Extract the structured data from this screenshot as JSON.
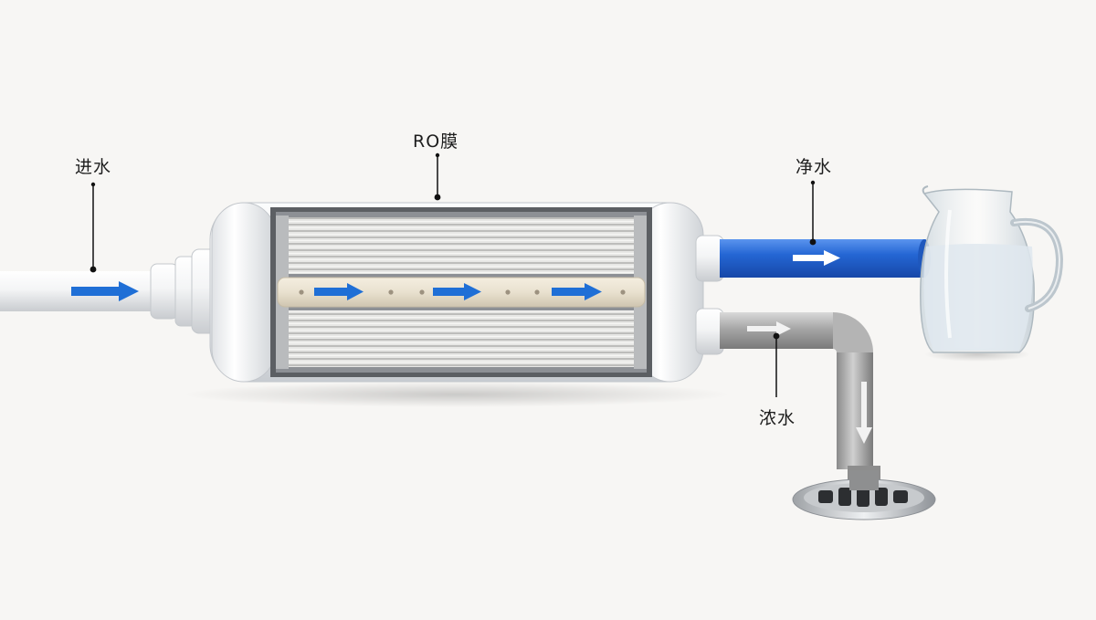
{
  "labels": {
    "inlet": "进水",
    "membrane": "RO膜",
    "pure_water": "净水",
    "concentrate": "浓水"
  },
  "colors": {
    "background": "#f7f6f4",
    "flow_arrow": "#1f6fd6",
    "pure_water_pipe": "#2466d4",
    "concentrate_pipe": "#9c9c9c",
    "housing": "#eef0f2"
  },
  "icons": {
    "pitcher": "glass-water-pitcher-icon",
    "drain": "floor-drain-icon",
    "arrow": "flow-arrow-icon"
  }
}
